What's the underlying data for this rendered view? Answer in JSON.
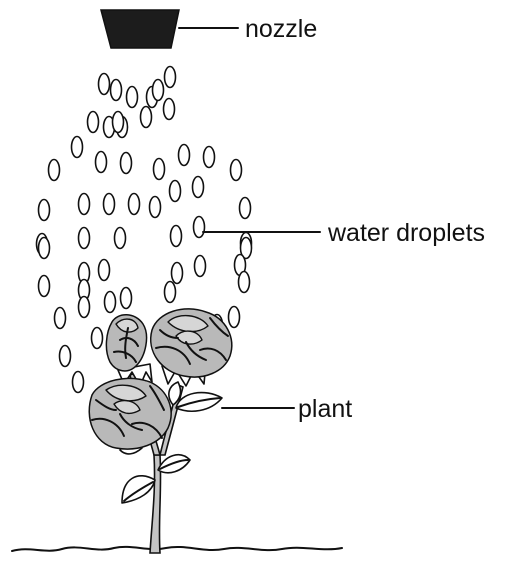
{
  "labels": {
    "nozzle": "nozzle",
    "water_droplets": "water droplets",
    "plant": "plant"
  }
}
